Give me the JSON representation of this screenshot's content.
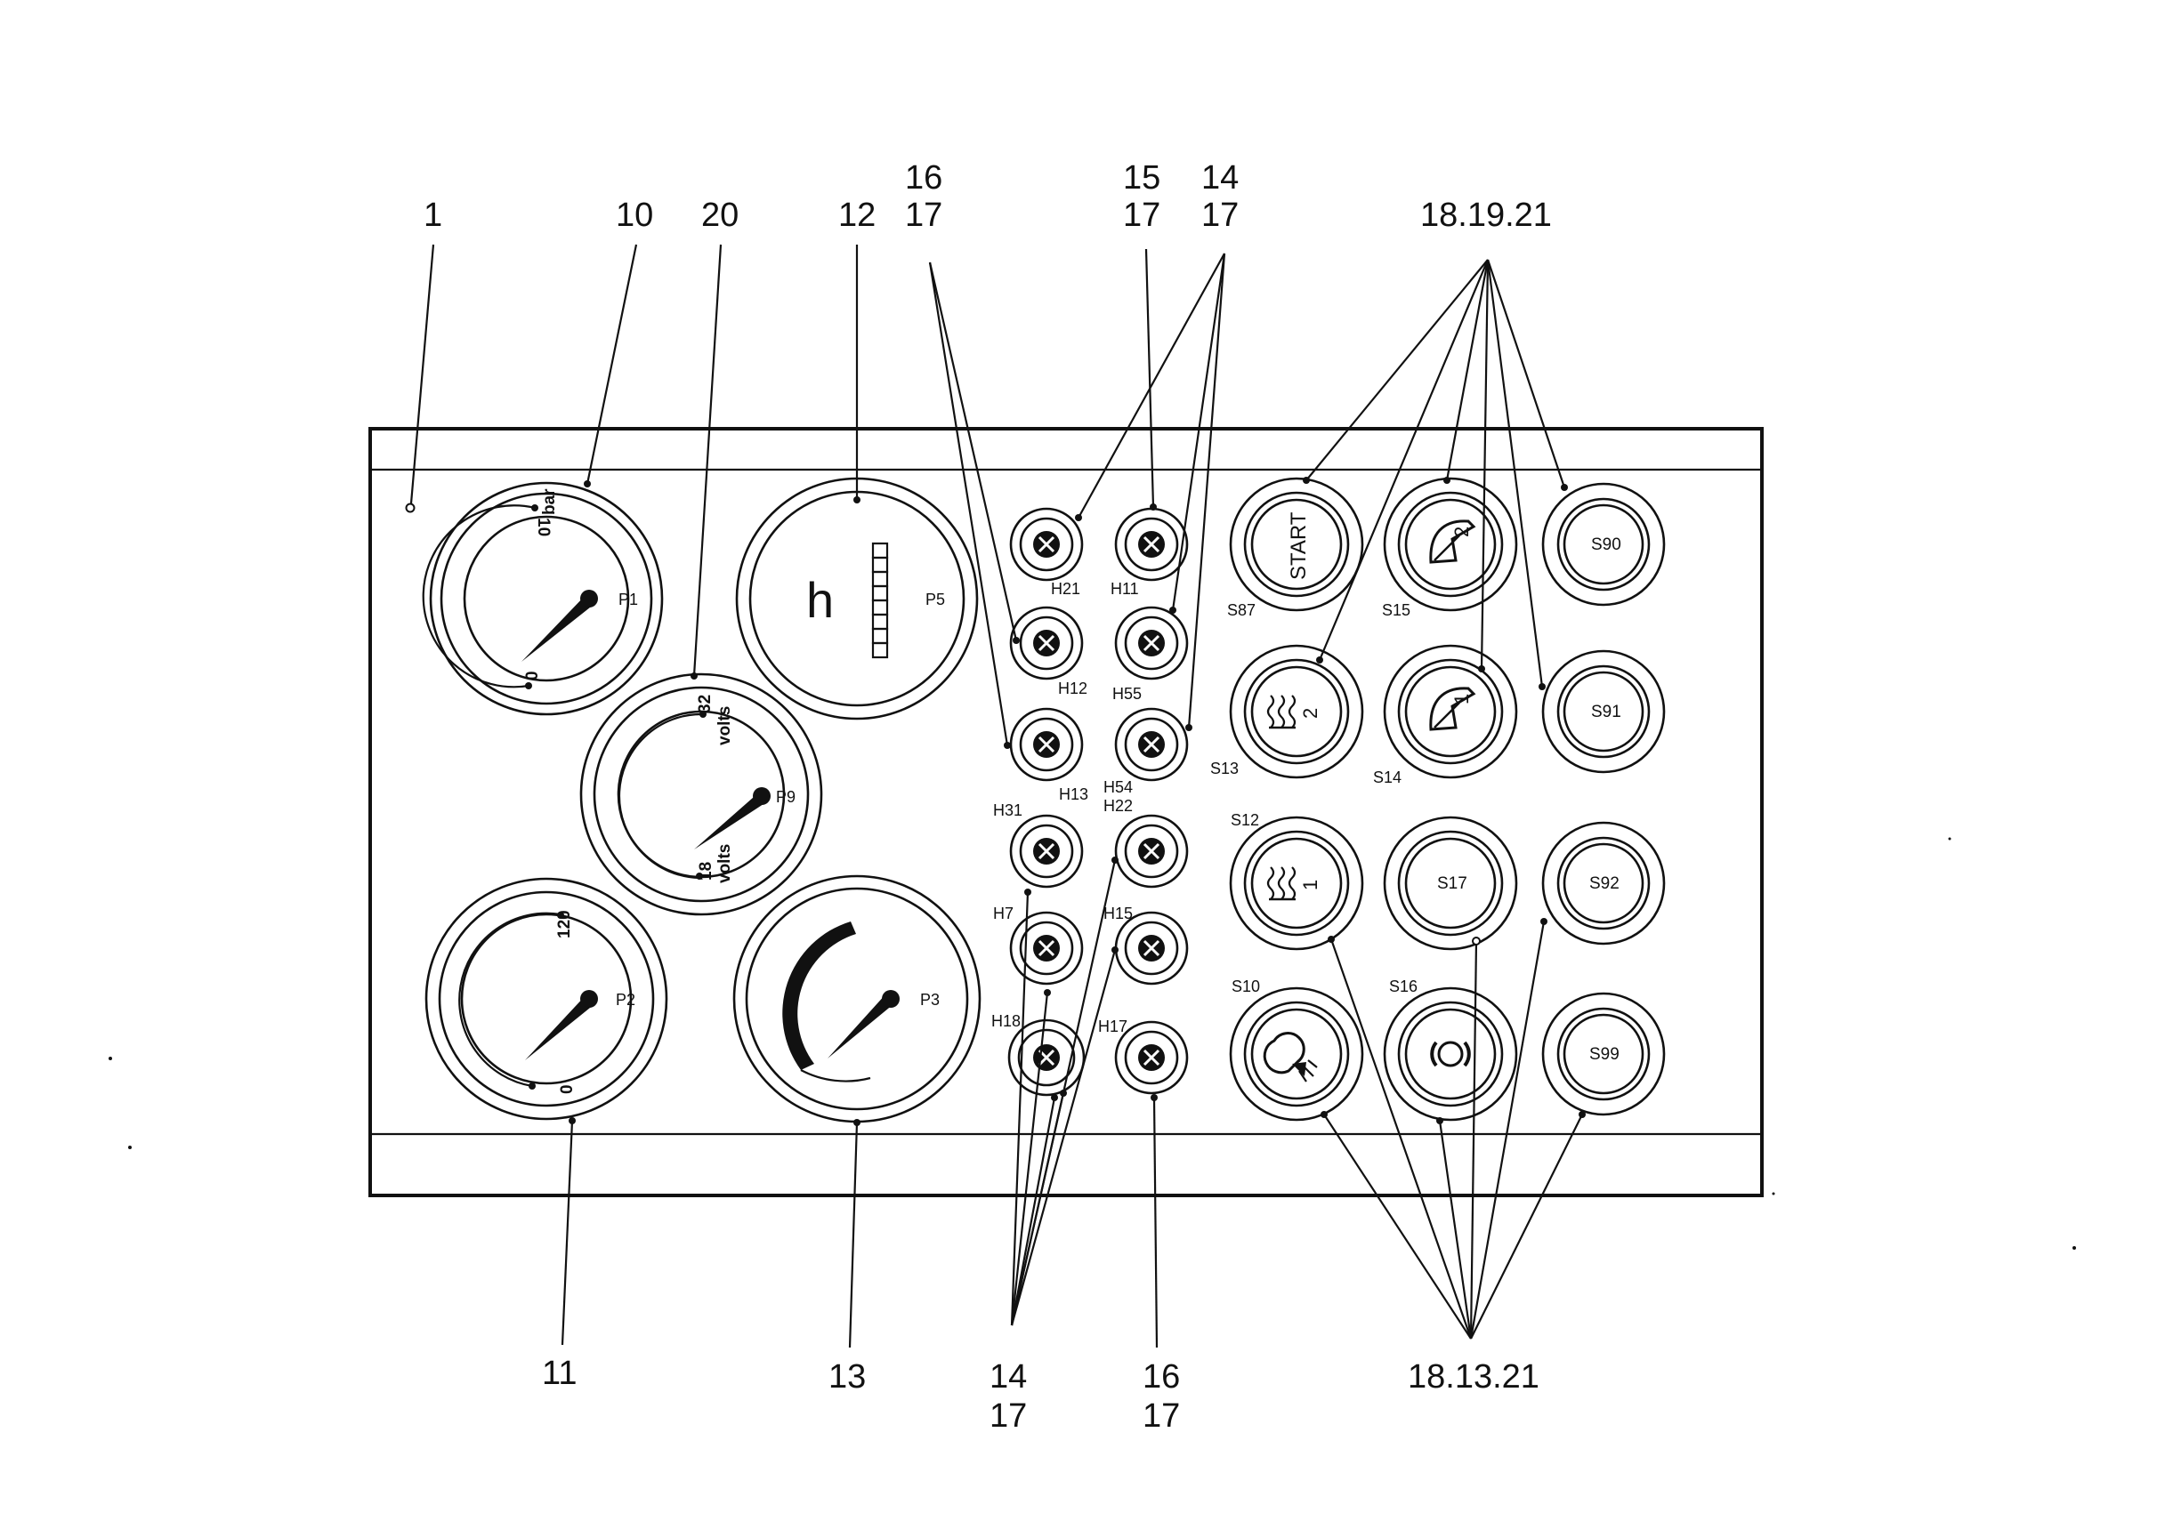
{
  "callouts": {
    "c1": "1",
    "c10": "10",
    "c20": "20",
    "c12": "12",
    "c16_top_a": "16",
    "c16_top_b": "17",
    "c15_a": "15",
    "c15_b": "17",
    "c14_top_a": "14",
    "c14_top_b": "17",
    "c18_top": "18.19.21",
    "c11": "11",
    "c13": "13",
    "c14_bot_a": "14",
    "c14_bot_b": "17",
    "c16_bot_a": "16",
    "c16_bot_b": "17",
    "c18_bot": "18.13.21"
  },
  "gauges": {
    "p1": {
      "label": "P1",
      "max": "10",
      "min": "0",
      "unit": "bar"
    },
    "p9": {
      "label": "P9",
      "max": "32",
      "min": "18",
      "unit_max": "volts",
      "unit_min": "volts"
    },
    "p5": {
      "label": "P5",
      "glyph": "h"
    },
    "p2": {
      "label": "P2",
      "max": "120",
      "min": "0"
    },
    "p3": {
      "label": "P3"
    }
  },
  "lamps": {
    "h21": "H21",
    "h11": "H11",
    "h12": "H12",
    "h55": "H55",
    "h13": "H13",
    "h54": "H54",
    "h31": "H31",
    "h22": "H22",
    "h7": "H7",
    "h15": "H15",
    "h18": "H18",
    "h17": "H17"
  },
  "switches": {
    "s87": {
      "label": "S87",
      "text": "START"
    },
    "s15": {
      "label": "S15",
      "icon": "wiper-2-icon"
    },
    "s90": {
      "label": "S90"
    },
    "s13": {
      "label": "S13",
      "icon": "heater-2-icon"
    },
    "s14": {
      "label": "S14",
      "icon": "wiper-1-icon"
    },
    "s91": {
      "label": "S91"
    },
    "s12": {
      "label": "S12",
      "icon": "heater-1-icon"
    },
    "s17": {
      "label": "S17"
    },
    "s92": {
      "label": "S92"
    },
    "s10": {
      "label": "S10",
      "icon": "work-light-icon"
    },
    "s16": {
      "label": "S16",
      "icon": "rotating-beacon-icon"
    },
    "s99": {
      "label": "S99"
    }
  },
  "icon_digits": {
    "wiper2": "2",
    "wiper1": "1",
    "heater2": "2",
    "heater1": "1"
  }
}
